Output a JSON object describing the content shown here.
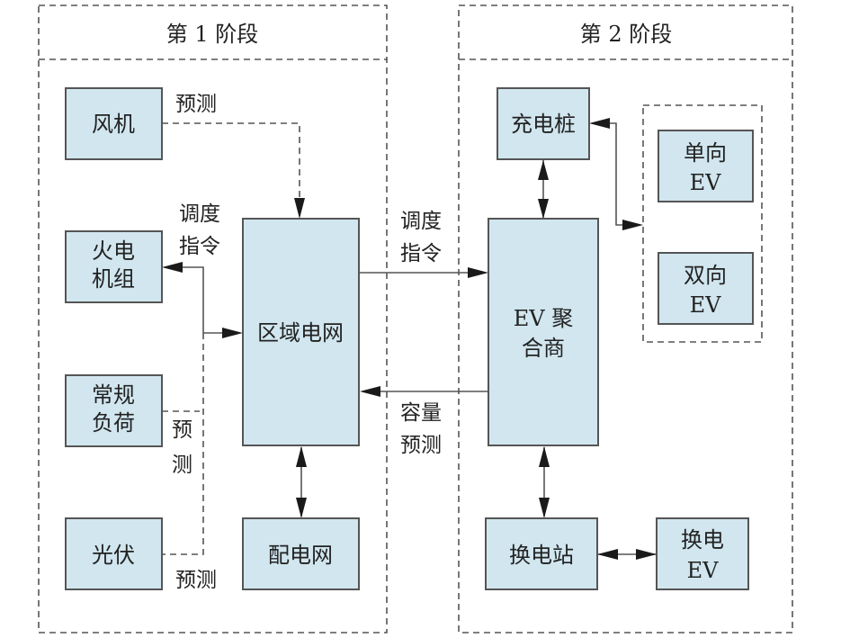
{
  "stages": {
    "stage1": {
      "title": "第 1 阶段"
    },
    "stage2": {
      "title": "第 2 阶段"
    }
  },
  "nodes": {
    "wind": {
      "lines": [
        "风机"
      ]
    },
    "thermal": {
      "lines": [
        "火电",
        "机组"
      ]
    },
    "load": {
      "lines": [
        "常规",
        "负荷"
      ]
    },
    "pv": {
      "lines": [
        "光伏"
      ]
    },
    "regional_grid": {
      "lines": [
        "区域电网"
      ]
    },
    "distribution_grid": {
      "lines": [
        "配电网"
      ]
    },
    "charging_pile": {
      "lines": [
        "充电桩"
      ]
    },
    "ev_aggregator": {
      "lines": [
        "EV 聚",
        "合商"
      ]
    },
    "swap_station": {
      "lines": [
        "换电站"
      ]
    },
    "swap_ev": {
      "lines": [
        "换电",
        "EV"
      ]
    },
    "uni_ev": {
      "lines": [
        "单向",
        "EV"
      ]
    },
    "bi_ev": {
      "lines": [
        "双向",
        "EV"
      ]
    }
  },
  "edge_labels": {
    "wind_forecast": "预测",
    "dispatch_left": [
      "调度",
      "指令"
    ],
    "load_forecast": [
      "预",
      "测"
    ],
    "pv_forecast": "预测",
    "dispatch_mid": [
      "调度",
      "指令"
    ],
    "capacity_forecast": [
      "容量",
      "预测"
    ]
  },
  "colors": {
    "box_fill": "#d1e6ef",
    "stroke": "#555555",
    "arrow": "#1a1a1a"
  }
}
